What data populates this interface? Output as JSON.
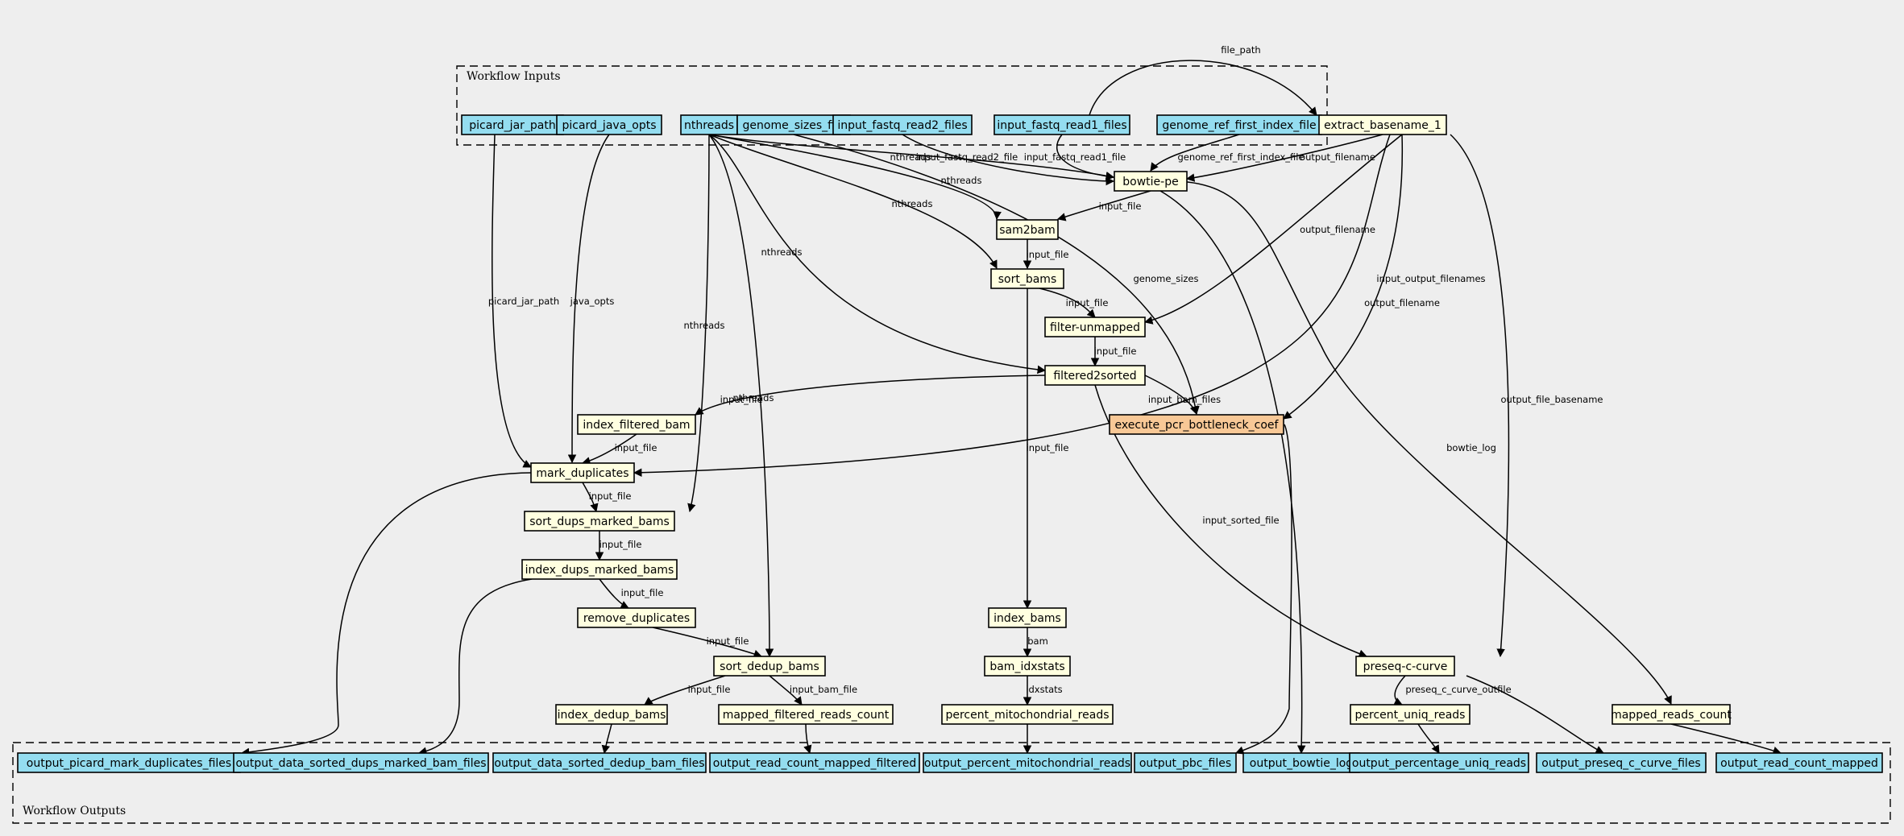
{
  "colors": {
    "input": "#94ddf0",
    "step": "#ffffe0",
    "highlight": "#f8c896",
    "background": "#eeeeee"
  },
  "clusters": {
    "inputs_label": "Workflow Inputs",
    "outputs_label": "Workflow Outputs"
  },
  "nodes": {
    "picard_jar_path": "picard_jar_path",
    "picard_java_opts": "picard_java_opts",
    "nthreads": "nthreads",
    "genome_sizes_file": "genome_sizes_file",
    "input_fastq_read2_files": "input_fastq_read2_files",
    "input_fastq_read1_files": "input_fastq_read1_files",
    "genome_ref_first_index_file": "genome_ref_first_index_file",
    "extract_basename_1": "extract_basename_1",
    "bowtie_pe": "bowtie-pe",
    "sam2bam": "sam2bam",
    "sort_bams": "sort_bams",
    "filter_unmapped": "filter-unmapped",
    "filtered2sorted": "filtered2sorted",
    "index_filtered_bam": "index_filtered_bam",
    "execute_pcr_bottleneck_coef": "execute_pcr_bottleneck_coef",
    "mark_duplicates": "mark_duplicates",
    "sort_dups_marked_bams": "sort_dups_marked_bams",
    "index_dups_marked_bams": "index_dups_marked_bams",
    "remove_duplicates": "remove_duplicates",
    "sort_dedup_bams": "sort_dedup_bams",
    "index_dedup_bams": "index_dedup_bams",
    "mapped_filtered_reads_count": "mapped_filtered_reads_count",
    "index_bams": "index_bams",
    "bam_idxstats": "bam_idxstats",
    "percent_mitochondrial_reads": "percent_mitochondrial_reads",
    "preseq_c_curve": "preseq-c-curve",
    "percent_uniq_reads": "percent_uniq_reads",
    "mapped_reads_count": "mapped_reads_count",
    "output_picard_mark_duplicates_files": "output_picard_mark_duplicates_files",
    "output_data_sorted_dups_marked_bam_files": "output_data_sorted_dups_marked_bam_files",
    "output_data_sorted_dedup_bam_files": "output_data_sorted_dedup_bam_files",
    "output_read_count_mapped_filtered": "output_read_count_mapped_filtered",
    "output_percent_mitochondrial_reads": "output_percent_mitochondrial_reads",
    "output_pbc_files": "output_pbc_files",
    "output_bowtie_log": "output_bowtie_log",
    "output_percentage_uniq_reads": "output_percentage_uniq_reads",
    "output_preseq_c_curve_files": "output_preseq_c_curve_files",
    "output_read_count_mapped": "output_read_count_mapped"
  },
  "edge_labels": {
    "file_path": "file_path",
    "nthreads": "nthreads",
    "input_fastq_read2_file": "input_fastq_read2_file",
    "input_fastq_read1_file": "input_fastq_read1_file",
    "genome_ref_first_index_file": "genome_ref_first_index_file",
    "output_filename": "output_filename",
    "input_file": "input_file",
    "genome_sizes": "genome_sizes",
    "input_output_filenames": "input_output_filenames",
    "output_file_basename": "output_file_basename",
    "picard_jar_path": "picard_jar_path",
    "java_opts": "java_opts",
    "input_bam_files": "input_bam_files",
    "bowtie_log": "bowtie_log",
    "input_sorted_file": "input_sorted_file",
    "input_bam_file": "input_bam_file",
    "bam": "bam",
    "idxstats": "idxstats",
    "preseq_c_curve_outfile": "preseq_c_curve_outfile"
  }
}
